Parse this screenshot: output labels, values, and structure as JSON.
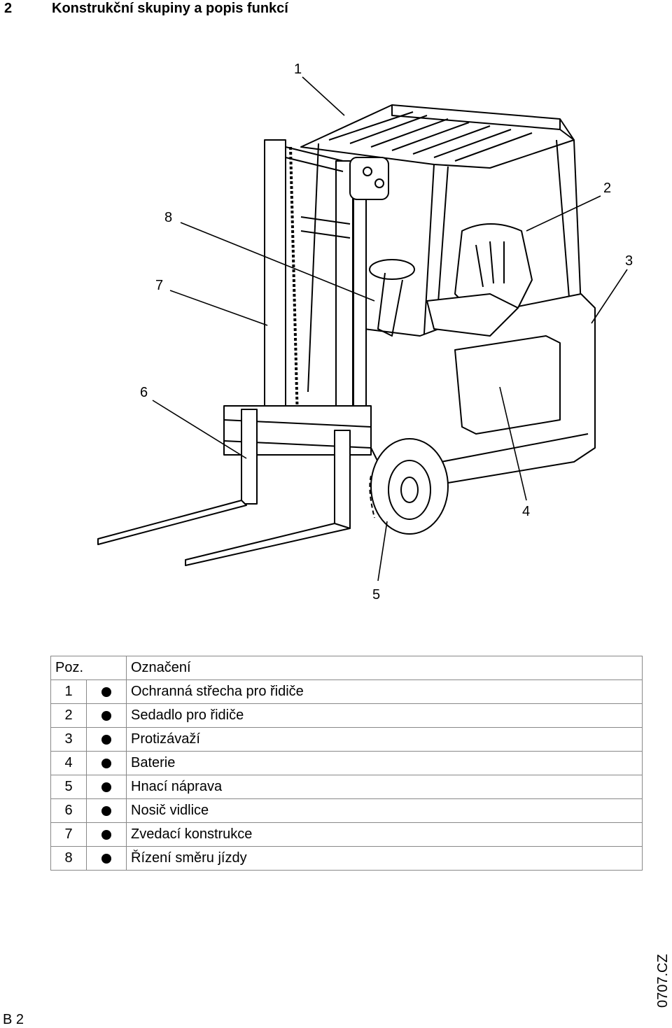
{
  "header": {
    "number": "2",
    "title": "Konstrukční skupiny a popis funkcí"
  },
  "figure": {
    "callouts": [
      "1",
      "2",
      "3",
      "4",
      "5",
      "6",
      "7",
      "8"
    ]
  },
  "legend": {
    "col_pos": "Poz.",
    "col_name": "Označení",
    "rows": [
      {
        "pos": "1",
        "name": "Ochranná střecha pro řidiče"
      },
      {
        "pos": "2",
        "name": "Sedadlo pro řidiče"
      },
      {
        "pos": "3",
        "name": "Protizávaží"
      },
      {
        "pos": "4",
        "name": "Baterie"
      },
      {
        "pos": "5",
        "name": "Hnací náprava"
      },
      {
        "pos": "6",
        "name": "Nosič vidlice"
      },
      {
        "pos": "7",
        "name": "Zvedací konstrukce"
      },
      {
        "pos": "8",
        "name": "Řízení směru jízdy"
      }
    ]
  },
  "footer": {
    "page": "B 2",
    "code": "0707.CZ"
  }
}
